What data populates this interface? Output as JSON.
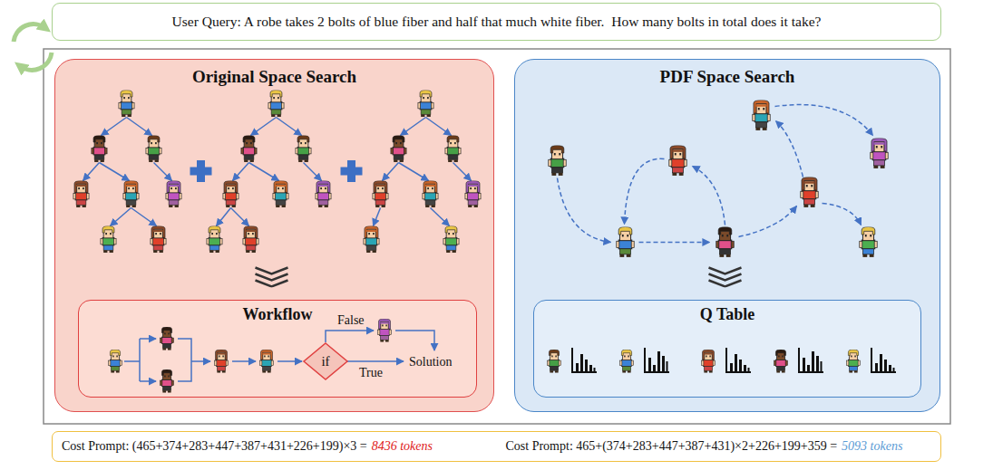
{
  "diagram": {
    "nodes": [
      {
        "text": [
          "User Query: A robe takes 2 bolts of blue fiber and half that much white fiber.  How many bolts in total does it take?"
        ]
      },
      {
        "text": [
          "Original Space Search"
        ]
      },
      {
        "text": [
          "Workflow"
        ],
        "in": 1
      },
      {
        "text": [
          "if"
        ],
        "in": 2
      },
      {
        "text": [
          "PDF Space Search"
        ]
      },
      {
        "text": [
          "Q Table"
        ],
        "in": 4
      },
      {
        "text": [
          "Cost Prompt: (465+374+283+447+387+431+226+199)×3 =",
          "8436 tokens",
          "Cost Prompt: 465+(374+283+447+387+431)×2+226+199+359 =",
          "5093 tokens"
        ]
      }
    ],
    "labels": [
      "False",
      "True",
      "Solution"
    ]
  }
}
